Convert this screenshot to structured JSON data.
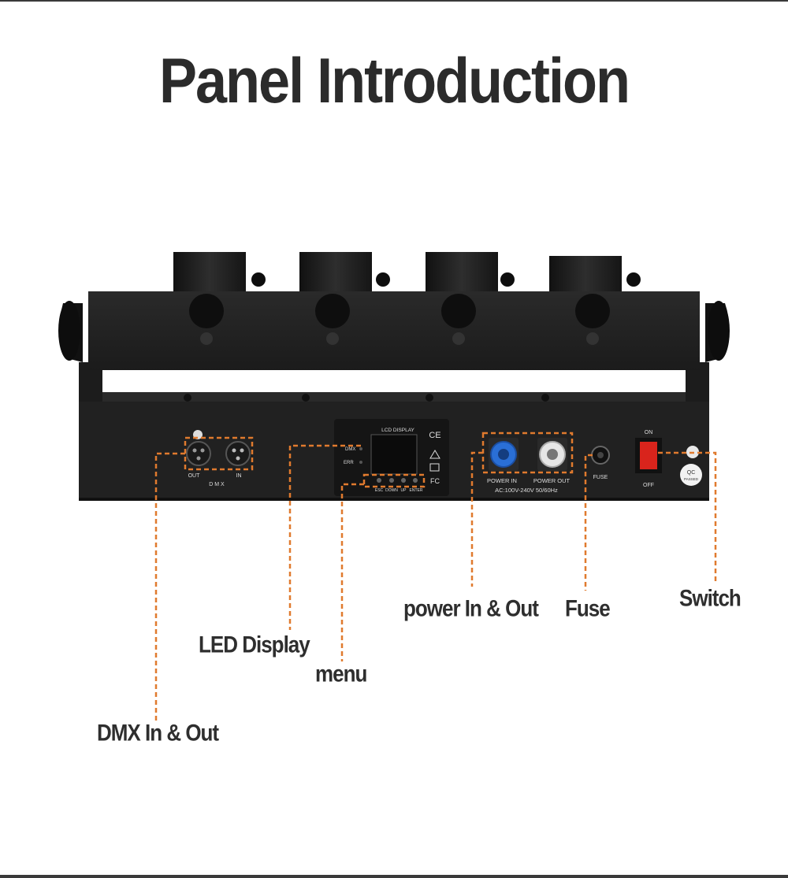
{
  "title": "Panel Introduction",
  "panel": {
    "lcd_header": "LCD DISPLAY",
    "dmx_led": "DMX",
    "err_led": "ERR",
    "buttons": [
      "ESC",
      "DOWN",
      "UP",
      "ENTER"
    ],
    "dmx_out": "OUT",
    "dmx_in": "IN",
    "dmx_group": "D M X",
    "power_in": "POWER IN",
    "power_out": "POWER OUT",
    "voltage": "AC:100V-240V  50/60Hz",
    "fuse": "FUSE",
    "switch_on": "ON",
    "switch_off": "OFF",
    "qc_line1": "QC",
    "qc_line2": "PASSED",
    "ce_mark": "CE",
    "fc_mark": "FC"
  },
  "callouts": {
    "dmx": "DMX In & Out",
    "led_display": "LED Display",
    "menu": "menu",
    "power": "power In & Out",
    "fuse": "Fuse",
    "switch": "Switch"
  },
  "colors": {
    "accent": "#e07a2e",
    "body": "#232323",
    "text": "#2e2e2e",
    "switch_red": "#d9241c",
    "powercon_blue": "#2a6fd6"
  },
  "icons": [
    "xlr-female-icon",
    "xlr-male-icon",
    "powercon-in-icon",
    "powercon-out-icon",
    "fuse-holder-icon",
    "rocker-switch-icon",
    "ce-mark-icon",
    "warning-icon",
    "check-icon",
    "fc-mark-icon"
  ]
}
